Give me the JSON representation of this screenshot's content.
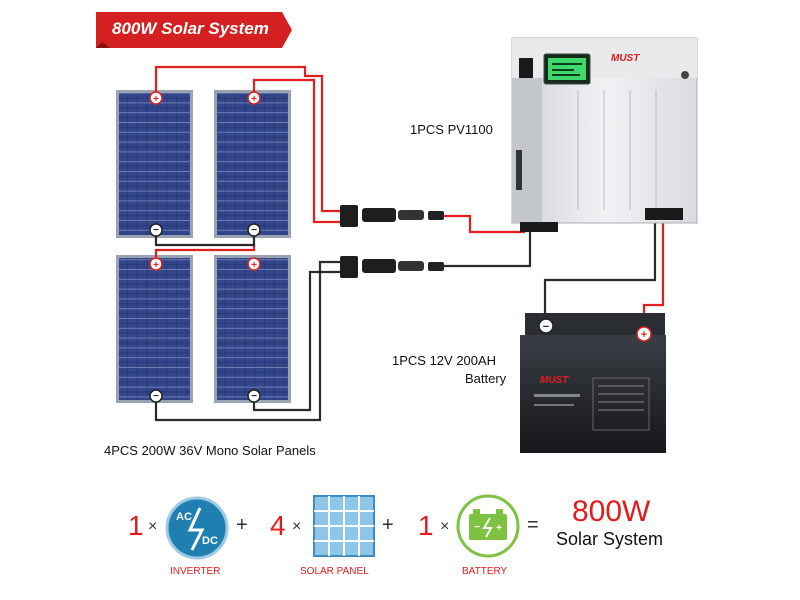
{
  "banner": {
    "title": "800W Solar System"
  },
  "labels": {
    "inverter": "1PCS PV1100",
    "battery_line1": "1PCS 12V 200AH",
    "battery_line2": "Battery",
    "panels": "4PCS 200W 36V Mono Solar Panels"
  },
  "brand": "MUST",
  "terminals": {
    "plus": "+",
    "minus": "−"
  },
  "equation": {
    "items": [
      {
        "count": "1",
        "times": "×",
        "caption": "INVERTER",
        "icon": "inverter-ac-dc-icon",
        "icon_text_ac": "AC",
        "icon_text_dc": "DC"
      },
      {
        "count": "4",
        "times": "×",
        "caption": "SOLAR PANEL",
        "icon": "solar-panel-icon"
      },
      {
        "count": "1",
        "times": "×",
        "caption": "BATTERY",
        "icon": "battery-icon"
      }
    ],
    "plus": "+",
    "equals": "=",
    "result_value": "800W",
    "result_label": "Solar System"
  },
  "colors": {
    "red_wire": "#e02020",
    "black_wire": "#2a2a2a",
    "accent_red": "#e31b1b",
    "banner_red": "#d42020",
    "inverter_icon": "#1f7fb0",
    "battery_icon_green": "#7ec242",
    "panel_blue": "#2b3a78"
  }
}
